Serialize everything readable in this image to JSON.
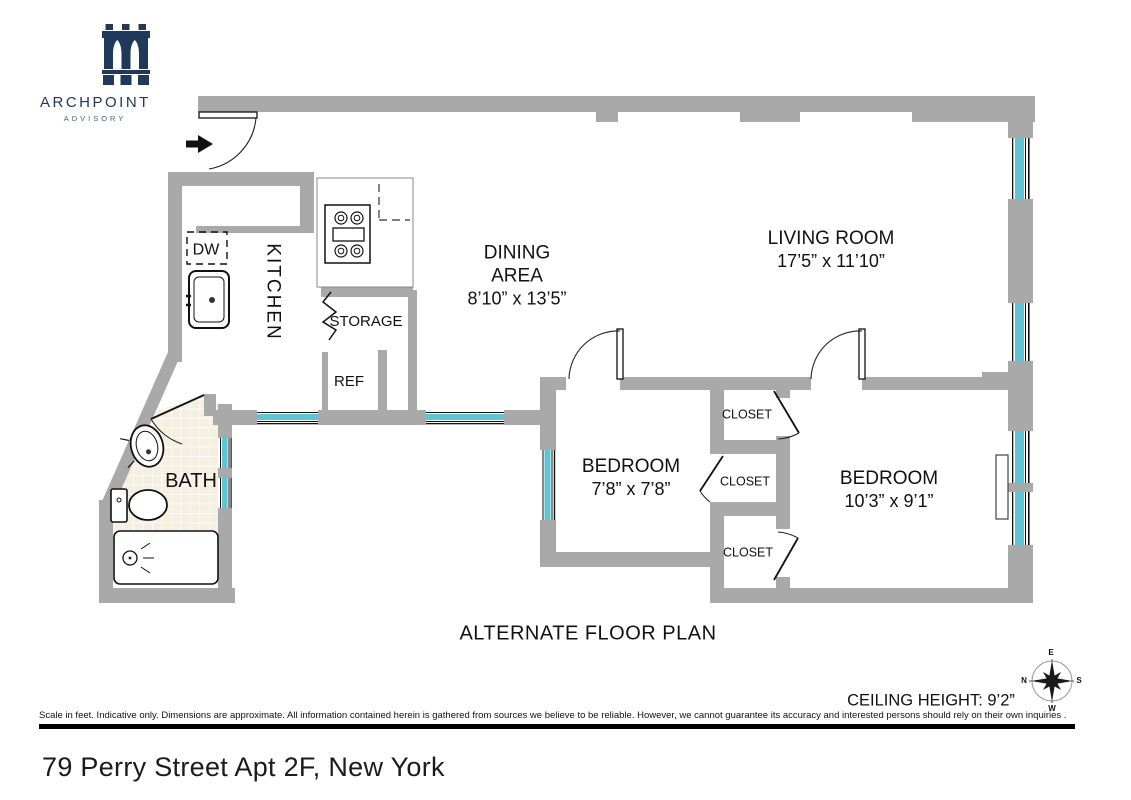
{
  "brand": {
    "name": "ARCHPOINT",
    "subtitle": "ADVISORY"
  },
  "rooms": {
    "kitchen": {
      "label": "KITCHEN"
    },
    "dining": {
      "name_line1": "DINING",
      "name_line2": "AREA",
      "dims": "8’10” x 13’5”"
    },
    "living": {
      "label": "LIVING ROOM",
      "dims": "17’5” x 11’10”"
    },
    "bedroom_small": {
      "label": "BEDROOM",
      "dims": "7’8” x 7’8”"
    },
    "bedroom_large": {
      "label": "BEDROOM",
      "dims": "10’3” x 9’1”"
    },
    "bath": {
      "label": "BATH"
    }
  },
  "fixtures": {
    "dishwasher": "DW",
    "storage": "STORAGE",
    "refrigerator": "REF"
  },
  "closets": [
    "CLOSET",
    "CLOSET",
    "CLOSET"
  ],
  "plan_title": "ALTERNATE FLOOR PLAN",
  "ceiling_height": "CEILING HEIGHT: 9’2”",
  "compass": {
    "top": "E",
    "right": "S",
    "bottom": "W",
    "left": "N"
  },
  "disclaimer": "Scale in feet. Indicative only. Dimensions are approximate. All information contained herein is gathered from sources we believe to be reliable. However, we cannot guarantee its accuracy and interested persons should rely on their own inquiries .",
  "address": "79 Perry Street Apt 2F, New York",
  "colors": {
    "wall": "#a9a9a9",
    "window": "#5fc4d3",
    "navy": "#20395a",
    "tile": "#f5efe2"
  }
}
